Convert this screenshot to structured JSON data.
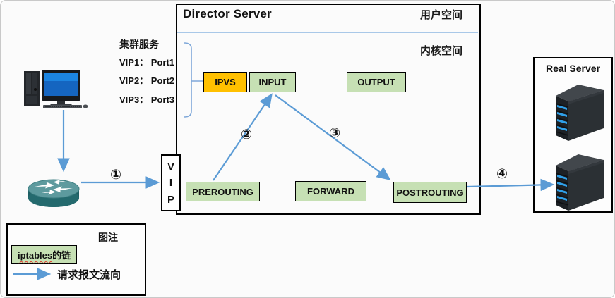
{
  "director": {
    "title": "Director Server",
    "user_space": "用户空间",
    "kernel_space": "内核空间",
    "chains": {
      "ipvs": "IPVS",
      "input": "INPUT",
      "output": "OUTPUT",
      "prerouting": "PREROUTING",
      "forward": "FORWARD",
      "postrouting": "POSTROUTING"
    }
  },
  "cluster": {
    "title": "集群服务",
    "vips": [
      "VIP1： Port1",
      "VIP2： Port2",
      "VIP3： Port3"
    ]
  },
  "vip": {
    "letters": [
      "V",
      "I",
      "P"
    ]
  },
  "real_server": {
    "title": "Real Server"
  },
  "steps": {
    "s1": "①",
    "s2": "②",
    "s3": "③",
    "s4": "④"
  },
  "legend": {
    "title": "图注",
    "chain_en": "iptables",
    "chain_zh": "的链",
    "flow_label": "请求报文流向"
  },
  "colors": {
    "accent_blue": "#5b9bd5",
    "brace_blue": "#7fa8d9",
    "chain_green": "#c6e0b4",
    "ipvs_orange": "#ffc000"
  }
}
